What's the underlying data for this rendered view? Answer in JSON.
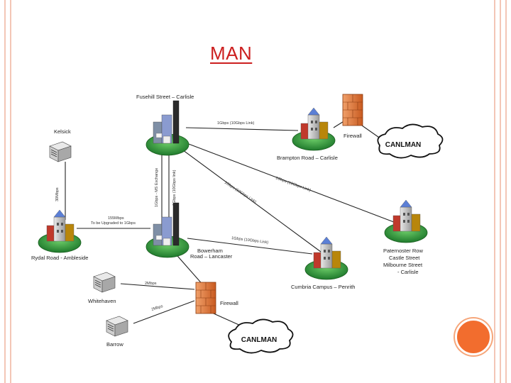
{
  "slide": {
    "title": "MAN"
  },
  "diagram": {
    "nodes": {
      "fusehill": "Fusehill Street – Carlisle",
      "keswick": "Kelsick",
      "brampton": "Brampton Road – Carlisle",
      "firewall_top": "Firewall",
      "canlman_top": "CANLMAN",
      "rydal": "Rydal Road - Ambleside",
      "bowerham_1": "Bowerham",
      "bowerham_2": "Road – Lancaster",
      "paternoster_1": "Paternoster Row",
      "paternoster_2": "Castle Street",
      "paternoster_3": "Milbourne Street",
      "paternoster_4": "- Carlisle",
      "cumbria": "Cumbria Campus – Penrith",
      "whitehaven": "Whitehaven",
      "barrow": "Barrow",
      "firewall_bottom": "Firewall",
      "canlman_bottom": "CANLMAN"
    },
    "links": {
      "fusehill_brampton": "1Gbps (10Gbps Link)",
      "fusehill_bowerham_a": "1Gbps - MS Exchange",
      "fusehill_bowerham_b": "1Gbps (10Gbps link)",
      "keswick_rydal": "30Mbps",
      "rydal_bowerham_1": "155Mbps",
      "rydal_bowerham_2": "To be Upgraded to 1Gbps",
      "fusehill_cumbria": "1Gbps (10Gbps Link)",
      "fusehill_paternoster": "1Gbps (10Gbps Link)",
      "bowerham_cumbria": "1Gbps (10Gbps Link)",
      "whitehaven_fw": "2Mbps",
      "barrow_fw": "2Mbps"
    }
  },
  "colors": {
    "title": "#cc1f1f",
    "border": "#f3c6b6",
    "accent_circle": "#f26d2e",
    "lawn": "#2f8a3a",
    "firewall": "#e2783a"
  }
}
